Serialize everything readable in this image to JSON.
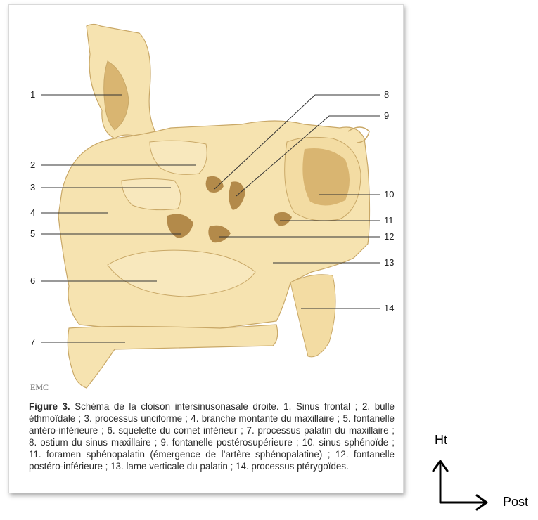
{
  "figure": {
    "labels": [
      "1",
      "2",
      "3",
      "4",
      "5",
      "6",
      "7",
      "8",
      "9",
      "10",
      "11",
      "12",
      "13",
      "14"
    ],
    "signature_text": "EMC",
    "colors": {
      "bone": "#f6e3b0",
      "bone_dark": "#e8c98a",
      "sinus": "#d9b571",
      "fontanelle": "#b38a4a",
      "outline": "#c9a867"
    }
  },
  "caption": {
    "title": "Figure 3.",
    "text": "Schéma de la cloison intersinusonasale droite. 1. Sinus frontal ; 2. bulle éthmoïdale ; 3. processus unciforme ; 4. branche montante du maxillaire ; 5. fontanelle antéro-inférieure ; 6. squelette du cornet inférieur ; 7. processus palatin du maxillaire ; 8. ostium du sinus maxillaire ; 9. fontanelle postérosupérieure ; 10. sinus sphénoïde ; 11. foramen sphénopalatin (émergence de l’artère sphénopalatine) ; 12. fontanelle postéro-inférieure ; 13. lame verticale du palatin ; 14. processus ptérygoïdes."
  },
  "axes": {
    "vertical_label": "Ht",
    "horizontal_label": "Post"
  }
}
